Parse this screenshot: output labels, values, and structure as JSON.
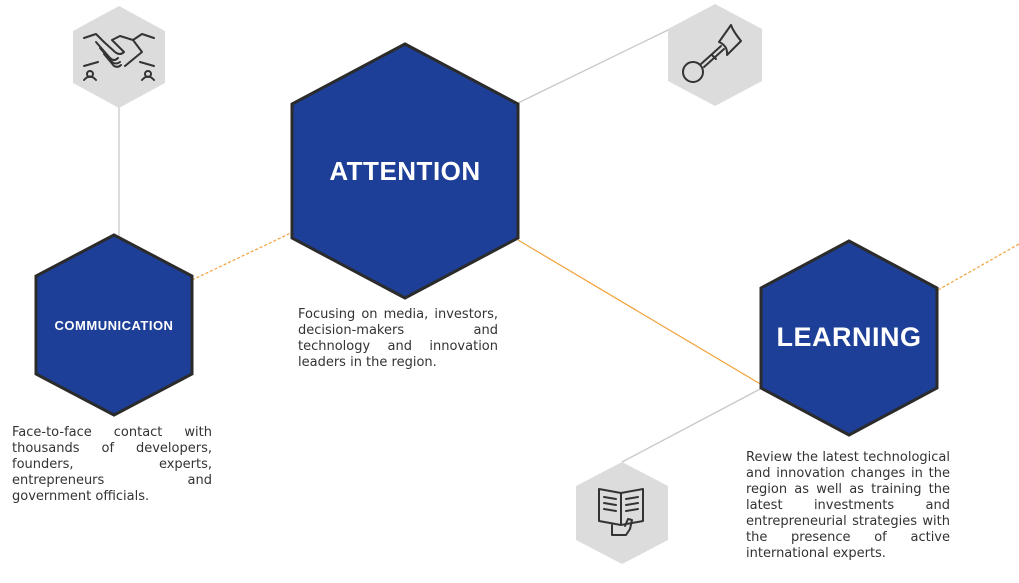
{
  "colors": {
    "hex_fill": "#1e3f97",
    "hex_border": "#2b2b2b",
    "icon_hex_fill": "#dcdcdc",
    "connector_gray": "#c8c8c8",
    "connector_orange": "#f2a23c",
    "text": "#333333"
  },
  "nodes": {
    "attention": {
      "label": "ATTENTION",
      "description": "Focusing on media, investors, decision-makers and technology and innovation leaders in the region."
    },
    "communication": {
      "label": "COMMUNICATION",
      "description": "Face-to-face contact with thousands of developers, founders, experts, entrepreneurs and government officials."
    },
    "learning": {
      "label": "LEARNING",
      "description": "Review the latest technological and innovation changes in the region as well as training the latest investments and entrepreneurial strategies with the presence of active international experts."
    }
  },
  "icons": {
    "handshake": "handshake-icon",
    "trumpet": "trumpet-icon",
    "book": "open-book-icon"
  }
}
